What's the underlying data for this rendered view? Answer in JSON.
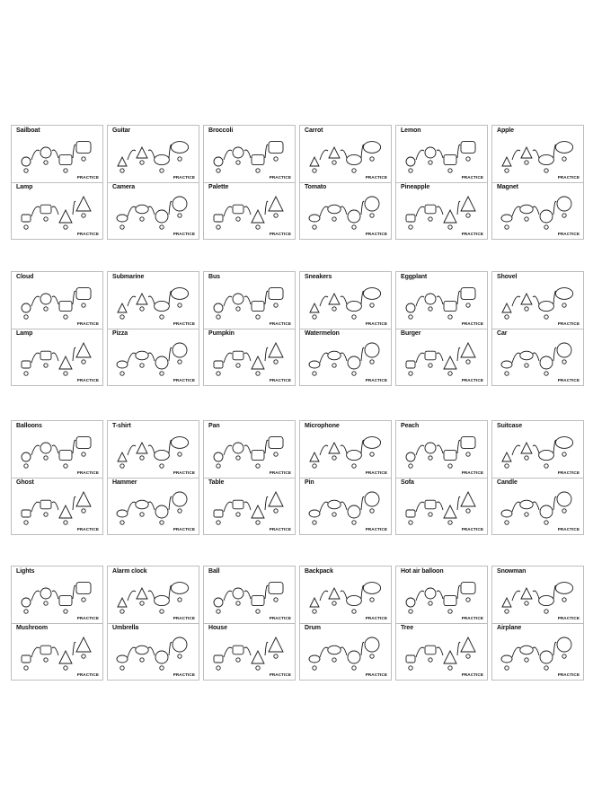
{
  "practice_label": "PRACTICE",
  "rows": [
    [
      {
        "top": "Sailboat",
        "bottom": "Lamp"
      },
      {
        "top": "Guitar",
        "bottom": "Camera"
      },
      {
        "top": "Broccoli",
        "bottom": "Palette"
      },
      {
        "top": "Carrot",
        "bottom": "Tomato"
      },
      {
        "top": "Lemon",
        "bottom": "Pineapple"
      },
      {
        "top": "Apple",
        "bottom": "Magnet"
      }
    ],
    [
      {
        "top": "Cloud",
        "bottom": "Lamp"
      },
      {
        "top": "Submarine",
        "bottom": "Pizza"
      },
      {
        "top": "Bus",
        "bottom": "Pumpkin"
      },
      {
        "top": "Sneakers",
        "bottom": "Watermelon"
      },
      {
        "top": "Eggplant",
        "bottom": "Burger"
      },
      {
        "top": "Shovel",
        "bottom": "Car"
      }
    ],
    [
      {
        "top": "Balloons",
        "bottom": "Ghost"
      },
      {
        "top": "T-shirt",
        "bottom": "Hammer"
      },
      {
        "top": "Pan",
        "bottom": "Table"
      },
      {
        "top": "Microphone",
        "bottom": "Pin"
      },
      {
        "top": "Peach",
        "bottom": "Sofa"
      },
      {
        "top": "Suitcase",
        "bottom": "Candle"
      }
    ],
    [
      {
        "top": "Lights",
        "bottom": "Mushroom"
      },
      {
        "top": "Alarm clock",
        "bottom": "Umbrella"
      },
      {
        "top": "Ball",
        "bottom": "House"
      },
      {
        "top": "Backpack",
        "bottom": "Drum"
      },
      {
        "top": "Hot air balloon",
        "bottom": "Tree"
      },
      {
        "top": "Snowman",
        "bottom": "Airplane"
      }
    ]
  ]
}
